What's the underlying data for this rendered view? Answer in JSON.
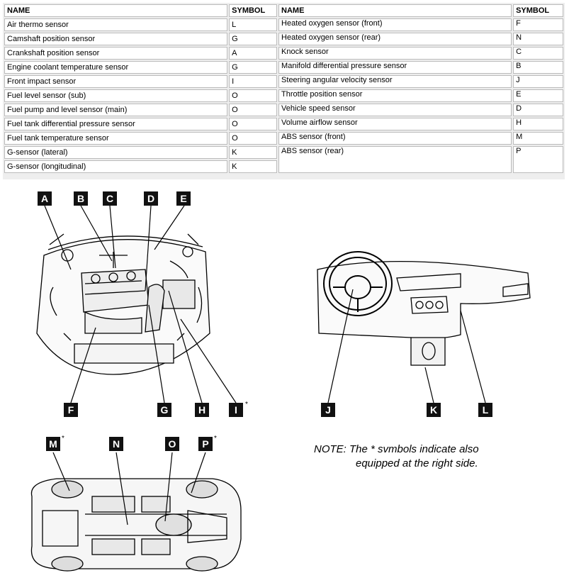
{
  "table": {
    "headers": {
      "name": "NAME",
      "symbol": "SYMBOL"
    },
    "left_rows": [
      {
        "name": "Air thermo sensor",
        "symbol": "L"
      },
      {
        "name": "Camshaft position sensor",
        "symbol": "G"
      },
      {
        "name": "Crankshaft position sensor",
        "symbol": "A"
      },
      {
        "name": "Engine coolant temperature sensor",
        "symbol": "G"
      },
      {
        "name": "Front impact sensor",
        "symbol": "I"
      },
      {
        "name": "Fuel level sensor (sub)",
        "symbol": "O"
      },
      {
        "name": "Fuel pump and level sensor (main)",
        "symbol": "O"
      },
      {
        "name": "Fuel tank differential pressure sensor",
        "symbol": "O"
      },
      {
        "name": "Fuel tank temperature sensor",
        "symbol": "O"
      },
      {
        "name": "G-sensor (lateral)",
        "symbol": "K"
      },
      {
        "name": "G-sensor (longitudinal)",
        "symbol": "K"
      }
    ],
    "right_rows": [
      {
        "name": "Heated oxygen sensor (front)",
        "symbol": "F"
      },
      {
        "name": "Heated oxygen sensor (rear)",
        "symbol": "N"
      },
      {
        "name": "Knock sensor",
        "symbol": "C"
      },
      {
        "name": "Manifold differential pressure sensor",
        "symbol": "B"
      },
      {
        "name": "Steering angular velocity sensor",
        "symbol": "J"
      },
      {
        "name": "Throttle position sensor",
        "symbol": "E"
      },
      {
        "name": "Vehicle speed sensor",
        "symbol": "D"
      },
      {
        "name": "Volume airflow sensor",
        "symbol": "H"
      },
      {
        "name": "ABS sensor (front)",
        "symbol": "M"
      },
      {
        "name": "ABS sensor (rear)",
        "symbol": "P"
      }
    ]
  },
  "callouts": {
    "A": "A",
    "B": "B",
    "C": "C",
    "D": "D",
    "E": "E",
    "F": "F",
    "G": "G",
    "H": "H",
    "I": "I",
    "J": "J",
    "K": "K",
    "L": "L",
    "M": "M",
    "N": "N",
    "O": "O",
    "P": "P",
    "asterisk": "*"
  },
  "note": {
    "line1": "NOTE: The * svmbols indicate also",
    "line2": "equipped at the right side."
  }
}
